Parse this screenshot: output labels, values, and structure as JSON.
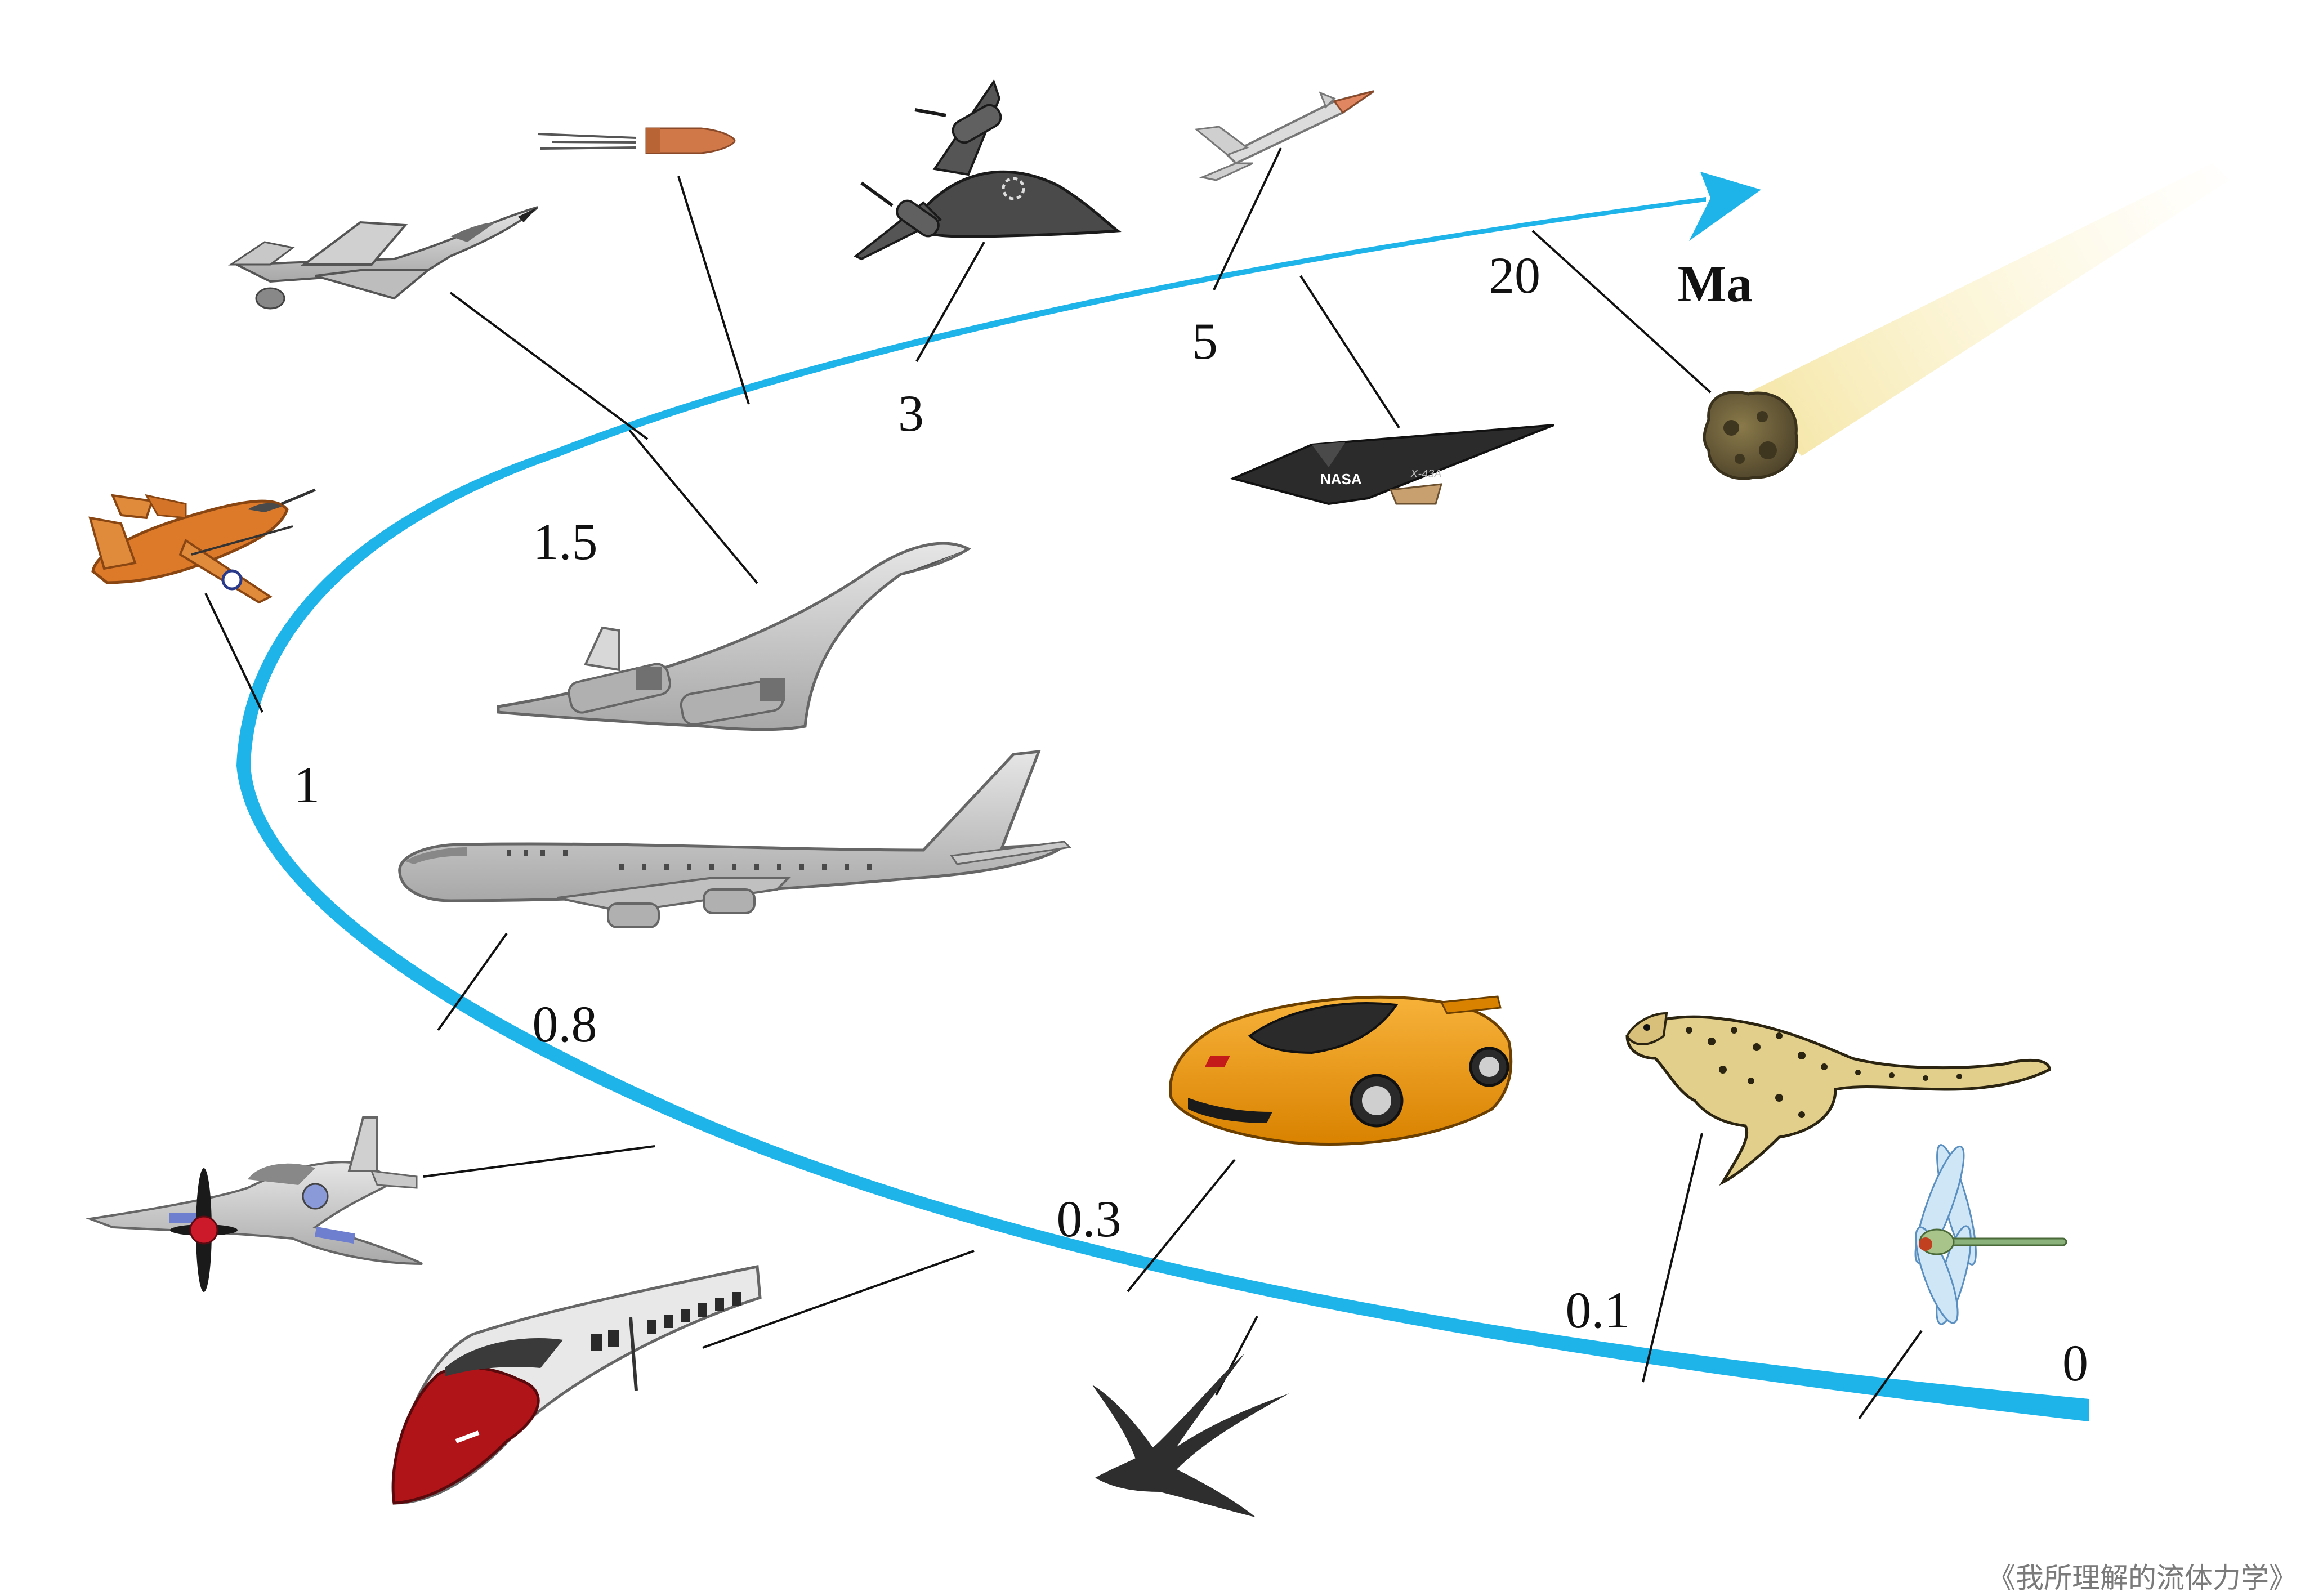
{
  "axis": {
    "label": "Ma",
    "color": "#1eb4ea",
    "tick_labels": [
      "0",
      "0.1",
      "0.3",
      "0.8",
      "1",
      "1.5",
      "3",
      "5",
      "20"
    ]
  },
  "objects": [
    {
      "name": "dragonfly",
      "icon": "dragonfly-icon",
      "mach": "0"
    },
    {
      "name": "cheetah",
      "icon": "cheetah-icon",
      "mach": "0.1"
    },
    {
      "name": "swallow",
      "icon": "swallow-icon",
      "mach": "0.3"
    },
    {
      "name": "sports-car",
      "icon": "sports-car-icon",
      "mach": "0.3"
    },
    {
      "name": "high-speed-train",
      "icon": "bullet-train-icon",
      "mach": "0.3"
    },
    {
      "name": "propeller-fighter",
      "icon": "propeller-plane-icon",
      "mach": "0.8"
    },
    {
      "name": "airliner",
      "icon": "airliner-icon",
      "mach": "0.8"
    },
    {
      "name": "rocket-plane",
      "icon": "rocket-plane-icon",
      "mach": "1"
    },
    {
      "name": "supersonic-transport",
      "icon": "concorde-icon",
      "mach": "1.5"
    },
    {
      "name": "jet-fighter",
      "icon": "jet-fighter-icon",
      "mach": "1.5"
    },
    {
      "name": "bullet",
      "icon": "bullet-icon",
      "mach": "3"
    },
    {
      "name": "reconnaissance-jet",
      "icon": "blackbird-icon",
      "mach": "3"
    },
    {
      "name": "missile",
      "icon": "missile-icon",
      "mach": "5"
    },
    {
      "name": "hypersonic-aircraft",
      "icon": "hypersonic-aircraft-icon",
      "mach": "5",
      "markings": [
        "NASA",
        "X-43A"
      ]
    },
    {
      "name": "meteor",
      "icon": "meteor-icon",
      "mach": "20"
    }
  ],
  "credit": "《我所理解的流体力学》"
}
